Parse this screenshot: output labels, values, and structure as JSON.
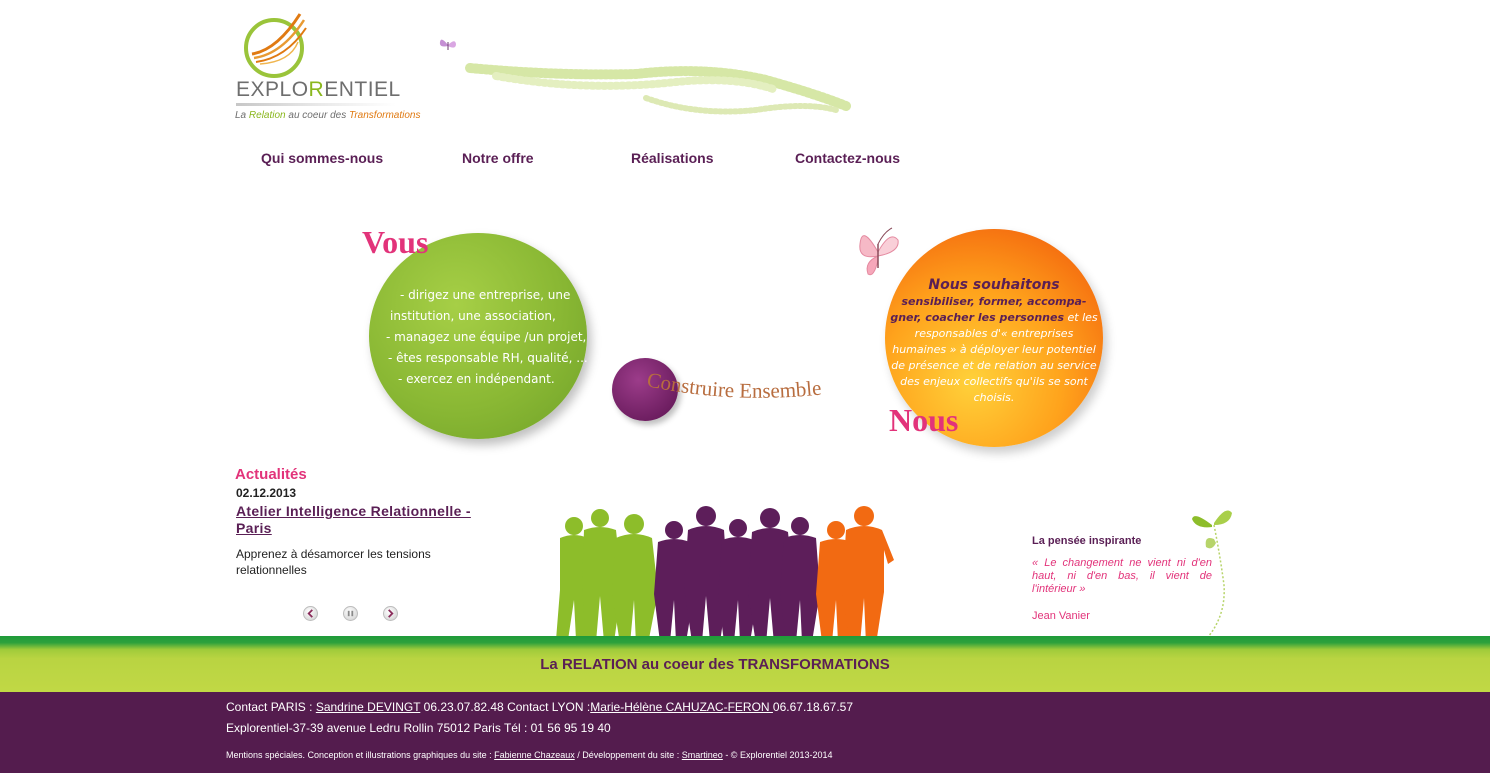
{
  "logo": {
    "brand_pre": "EXPLO",
    "brand_r": "R",
    "brand_post": "ENTIEL",
    "tag_1": "La ",
    "tag_relation": "Relation",
    "tag_2": " au coeur des ",
    "tag_transformations": "Transformations",
    "colors": {
      "green": "#8ab71d",
      "orange": "#e07a12",
      "gray": "#6e6e6e"
    }
  },
  "nav": {
    "items": [
      {
        "label": "Qui sommes-nous"
      },
      {
        "label": "Notre offre"
      },
      {
        "label": "Réalisations"
      },
      {
        "label": "Contactez-nous"
      }
    ],
    "color": "#5a1f55"
  },
  "hero": {
    "vous_label": "Vous",
    "nous_label": "Nous",
    "center_label": "Construire Ensemble",
    "vous_list": [
      "- dirigez une entreprise, une",
      "institution, une association,",
      "- managez une équipe /un projet,",
      "- êtes responsable RH, qualité, ...",
      "- exercez en indépendant."
    ],
    "nous_title": "Nous souhaitons",
    "nous_bold": "sensibiliser, former, accompa-gner, coacher les personnes",
    "nous_rest": " et les responsables d'« entreprises humaines » à déployer leur potentiel de présence et de relation au service des enjeux collectifs qu'ils se sont choisis.",
    "colors": {
      "pink": "#e2337a",
      "purple": "#5a1f55",
      "green": "#8ab834",
      "orange": "#f56f10"
    }
  },
  "news": {
    "title": "Actualités",
    "date": "02.12.2013",
    "link": "Atelier Intelligence Relationnelle - Paris",
    "description": "Apprenez à désamorcer les tensions relationnelles",
    "controls": [
      "previous-icon",
      "pause-icon",
      "next-icon"
    ]
  },
  "quote": {
    "title": "La pensée inspirante",
    "text": "« Le changement ne vient ni d'en haut, ni d'en bas, il vient de l'intérieur »",
    "author": "Jean Vanier"
  },
  "band": {
    "slogan": "La RELATION au coeur des TRANSFORMATIONS"
  },
  "footer": {
    "contact_paris_label": "Contact PARIS : ",
    "contact_paris_name": "Sandrine DEVINGT",
    "contact_paris_phone": " 06.23.07.82.48 ",
    "contact_lyon_label": "Contact LYON :",
    "contact_lyon_name": "Marie-Hélène CAHUZAC-FERON ",
    "contact_lyon_phone": " 06.67.18.67.57",
    "address": "Explorentiel-37-39 avenue Ledru Rollin 75012 Paris Tél : 01 56 95 19 40",
    "credits_1": "Mentions spéciales. Conception et illustrations graphiques du site : ",
    "credits_designer": "Fabienne Chazeaux",
    "credits_2": " / Développement du site : ",
    "credits_dev": "Smartineo",
    "credits_3": " - © Explorentiel 2013-2014",
    "background": "#541c4e"
  }
}
